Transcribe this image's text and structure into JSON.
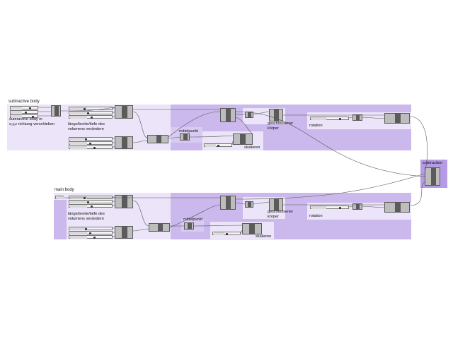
{
  "groups": {
    "top": {
      "title": "subtractive body",
      "move_label": "subtractive body in\nx,y,z richtung verschieben",
      "dims_label": "länge/breite/tiefe des\nvolumens verändern",
      "center_label": "mittelpunkt",
      "scale_label": "skalieren",
      "closed_label": "geschlossener\nkörper",
      "rotation_label": "rotation"
    },
    "bottom": {
      "title": "main body",
      "dims_label": "länge/breite/tiefe des\nvolumens verändern",
      "center_label": "mittelpunkt",
      "scale_label": "skalieren",
      "closed_label": "geschlossener\nkörper",
      "rotation_label": "rotation"
    },
    "result": {
      "title": "subtraction"
    }
  },
  "colors": {
    "group_main": "#cbb8ec",
    "group_light": "#ece4f8",
    "component_core": "#5b5b5b",
    "wire": "#555555"
  }
}
